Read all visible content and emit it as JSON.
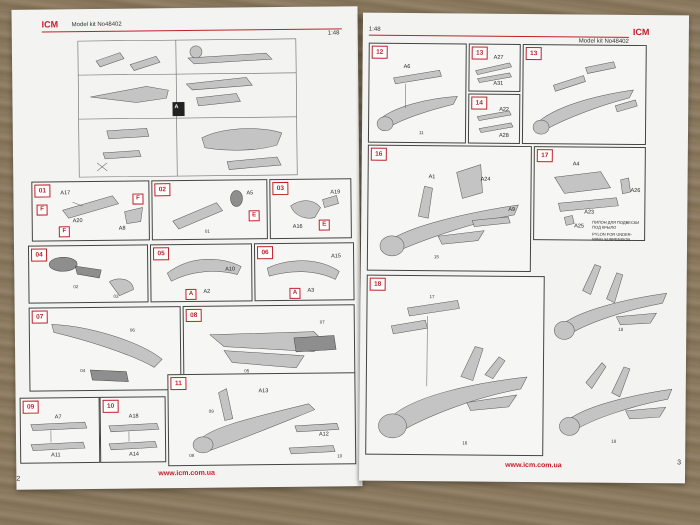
{
  "left_page": {
    "brand": "ICM",
    "model_kit": "Model kit No48402",
    "scale": "1:48",
    "url": "www.icm.com.ua",
    "page_number": "2",
    "sprue_letter": "A",
    "steps": [
      {
        "n": "01",
        "parts": [
          "A17",
          "A20",
          "A8"
        ],
        "flags": [
          "F",
          "F",
          "F"
        ],
        "nums": [
          "01"
        ]
      },
      {
        "n": "02",
        "parts": [
          "A5"
        ],
        "flags": [
          "E"
        ],
        "nums": [
          "01"
        ]
      },
      {
        "n": "03",
        "parts": [
          "A19",
          "A16"
        ],
        "flags": [
          "E"
        ],
        "nums": []
      },
      {
        "n": "04",
        "parts": [],
        "flags": [],
        "nums": [
          "02",
          "03"
        ]
      },
      {
        "n": "05",
        "parts": [
          "A10",
          "A2"
        ],
        "flags": [
          "A"
        ],
        "nums": []
      },
      {
        "n": "06",
        "parts": [
          "A15",
          "A3"
        ],
        "flags": [
          "A"
        ],
        "nums": []
      },
      {
        "n": "07",
        "parts": [],
        "flags": [],
        "nums": [
          "06",
          "04"
        ]
      },
      {
        "n": "08",
        "parts": [],
        "flags": [],
        "nums": [
          "07",
          "05"
        ]
      },
      {
        "n": "09",
        "parts": [
          "A7",
          "A11"
        ],
        "flags": [],
        "nums": []
      },
      {
        "n": "10",
        "parts": [
          "A18",
          "A14"
        ],
        "flags": [],
        "nums": []
      },
      {
        "n": "11",
        "parts": [
          "A13",
          "A12"
        ],
        "flags": [],
        "nums": [
          "09",
          "08",
          "10"
        ]
      }
    ]
  },
  "right_page": {
    "brand": "ICM",
    "model_kit": "Model kit No48402",
    "scale": "1:48",
    "url": "www.icm.com.ua",
    "page_number": "3",
    "steps": [
      {
        "n": "12",
        "parts": [
          "A6"
        ],
        "nums": [
          "11"
        ]
      },
      {
        "n": "13",
        "parts": [
          "A27",
          "A31"
        ]
      },
      {
        "n": "13",
        "parts": []
      },
      {
        "n": "14",
        "parts": [
          "A22",
          "A28"
        ]
      },
      {
        "n": "16",
        "parts": [
          "A1",
          "A24",
          "A9"
        ],
        "nums": [
          "15"
        ]
      },
      {
        "n": "17",
        "parts": [
          "A4",
          "A26",
          "A23",
          "A25"
        ],
        "note_ru": "ПИЛОН ДЛЯ ПОДВЕСКИ ПОД КРЫЛО",
        "note_en": "PYLON FOR UNDER-WING SUSPENSION"
      },
      {
        "n": "18",
        "parts": [],
        "nums": [
          "17",
          "16"
        ]
      }
    ],
    "final_nums": [
      "18",
      "18"
    ]
  },
  "colors": {
    "accent": "#c0202a",
    "paper": "#f3f3f1",
    "part_gray": "#c4c4c4"
  }
}
